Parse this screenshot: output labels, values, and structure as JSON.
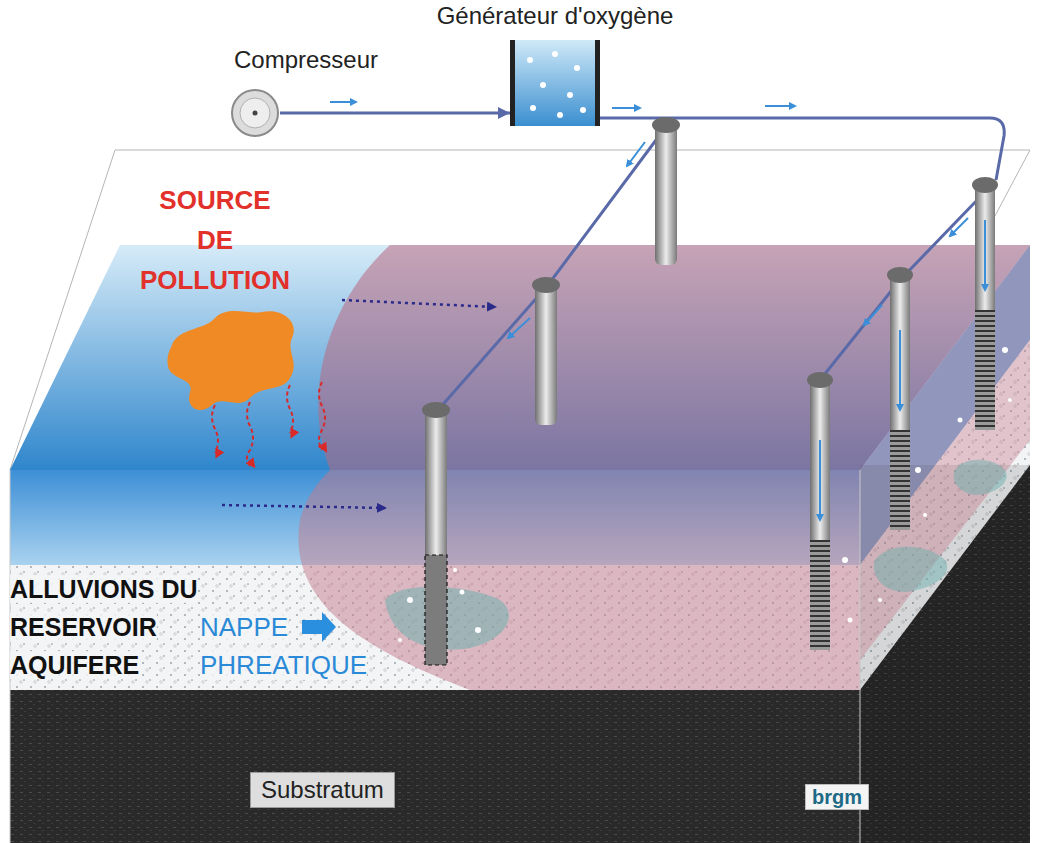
{
  "diagram": {
    "nodes": [
      {
        "text": [
          "Compresseur"
        ]
      },
      {
        "text": [
          "Générateur d'oxygène"
        ]
      },
      {
        "text": [
          "Substratum"
        ]
      }
    ],
    "edges": [
      {
        "from": 0,
        "to": 1,
        "arrow": "to"
      }
    ],
    "labels": [
      "SOURCE DE POLLUTION",
      "ALLUVIONS DU RESERVOIR AQUIFERE",
      "NAPPE PHREATIQUE",
      "brgm"
    ]
  }
}
